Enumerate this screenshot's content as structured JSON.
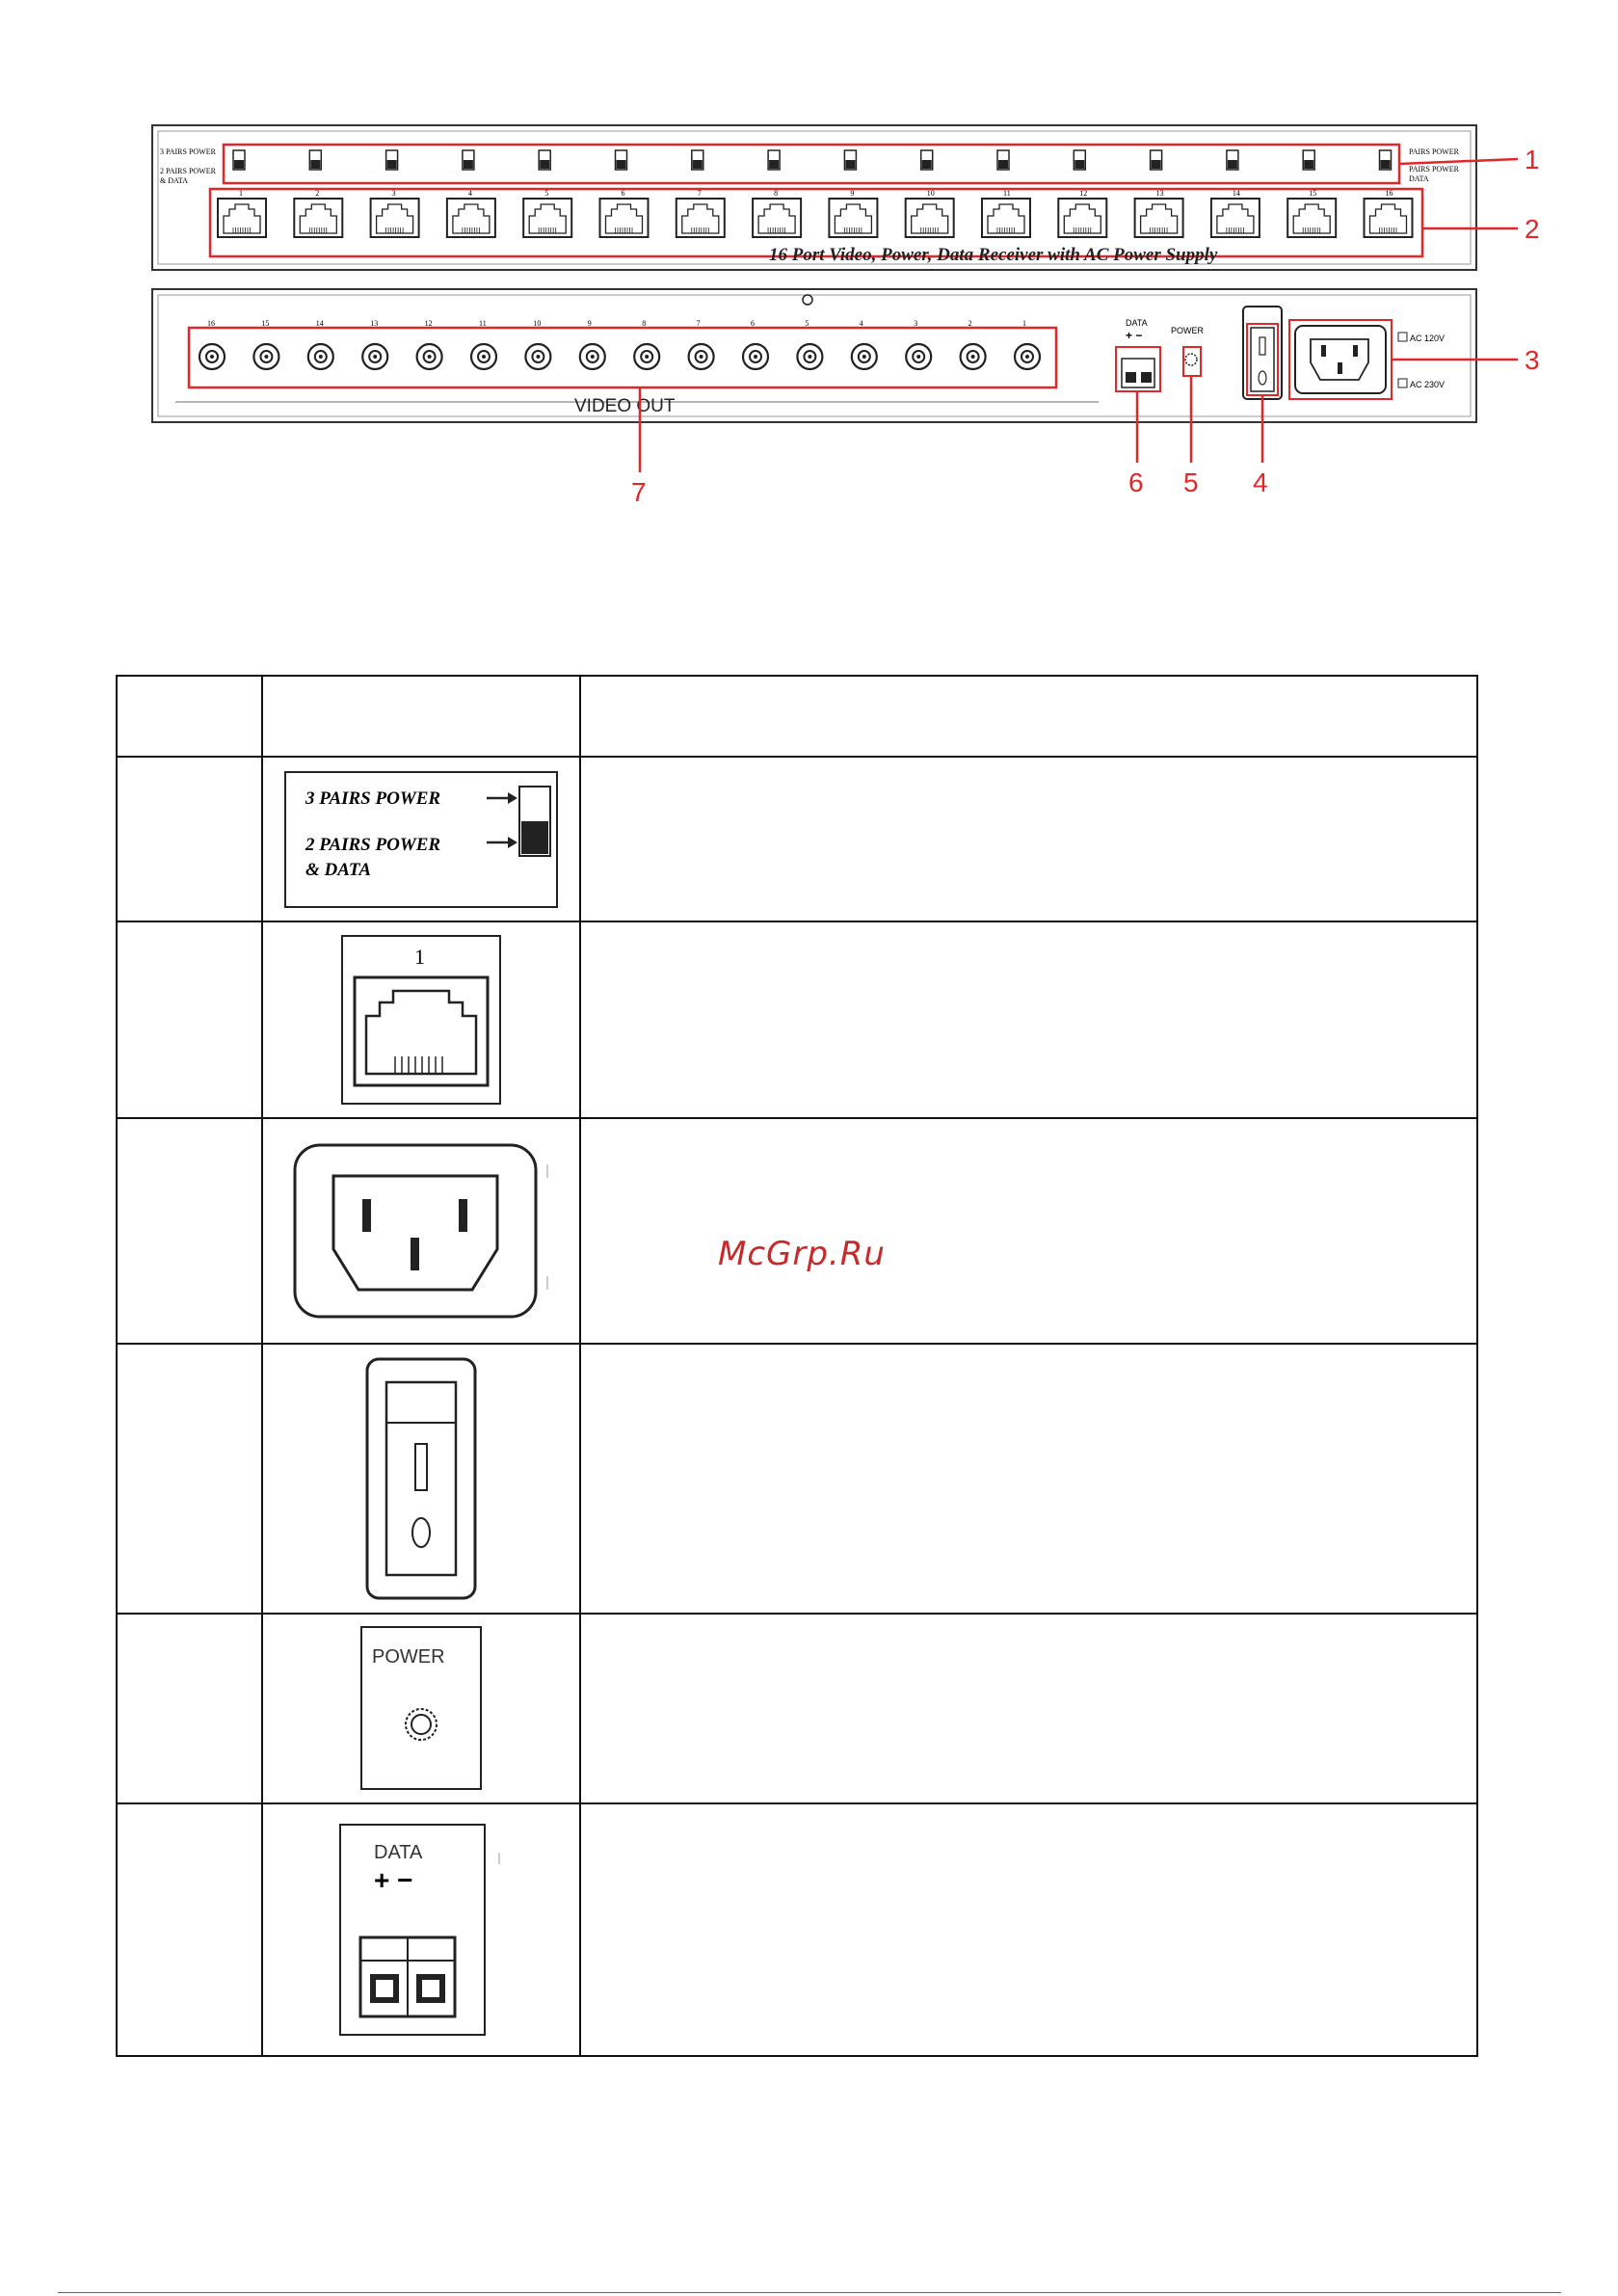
{
  "figure": {
    "front_panel": {
      "title": "16 Port Video, Power, Data Receiver with AC Power Supply",
      "left_switch_labels": [
        "3 PAIRS POWER",
        "2 PAIRS POWER",
        "& DATA"
      ],
      "right_switch_labels": [
        "PAIRS POWER",
        "PAIRS POWER",
        "DATA"
      ],
      "port_numbers": [
        "1",
        "2",
        "3",
        "4",
        "5",
        "6",
        "7",
        "8",
        "9",
        "10",
        "11",
        "12",
        "13",
        "14",
        "15",
        "16"
      ]
    },
    "rear_panel": {
      "video_out_label": "VIDEO OUT",
      "bnc_numbers": [
        "16",
        "15",
        "14",
        "13",
        "12",
        "11",
        "10",
        "9",
        "8",
        "7",
        "6",
        "5",
        "4",
        "3",
        "2",
        "1"
      ],
      "data_label": "DATA",
      "data_polarity": "+ −",
      "power_label": "POWER",
      "ac_options": [
        "AC 120V",
        "AC 230V"
      ]
    },
    "callouts": [
      "1",
      "2",
      "3",
      "4",
      "5",
      "6",
      "7"
    ]
  },
  "table": {
    "header": {
      "col1": "",
      "col2": "",
      "col3": ""
    },
    "rows": [
      {
        "icon": "power-mode-switch",
        "lines": [
          "3 PAIRS POWER",
          "2 PAIRS POWER",
          "& DATA"
        ],
        "description": ""
      },
      {
        "icon": "rj45-port",
        "lines": [
          "1"
        ],
        "description": ""
      },
      {
        "icon": "ac-inlet",
        "lines": [],
        "description": ""
      },
      {
        "icon": "rocker-switch",
        "lines": [],
        "description": ""
      },
      {
        "icon": "power-led",
        "lines": [
          "POWER"
        ],
        "description": ""
      },
      {
        "icon": "data-terminal",
        "lines": [
          "DATA",
          "+ −"
        ],
        "description": ""
      }
    ]
  },
  "watermark": "McGrp.Ru",
  "colors": {
    "callout": "#e0282a",
    "line": "#111111",
    "panel_border": "#333333"
  }
}
